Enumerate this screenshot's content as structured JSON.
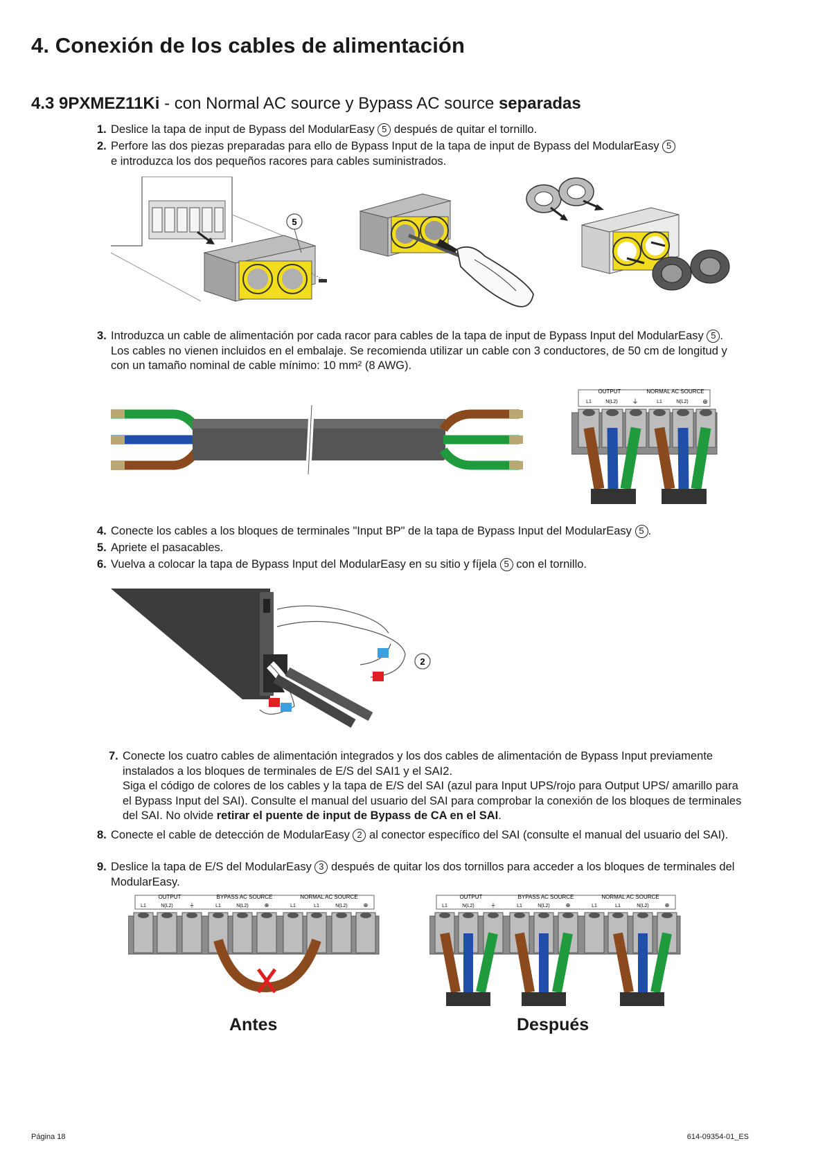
{
  "header": {
    "title": "4. Conexión de los cables de alimentación",
    "subtitle_bold": "4.3 9PXMEZ11Ki",
    "subtitle_middle": " - con Normal AC source y Bypass AC source ",
    "subtitle_end": "separadas"
  },
  "steps": {
    "s1": {
      "num": "1.",
      "text_a": "Deslice la tapa de input de Bypass del ModularEasy ",
      "circ": "5",
      "text_b": " después de quitar el tornillo."
    },
    "s2": {
      "num": "2.",
      "text_a": "Perfore las dos piezas preparadas para ello de Bypass Input de la tapa de input de Bypass del ModularEasy ",
      "circ": "5",
      "text_b": " e introduzca los dos pequeños racores para cables suministrados."
    },
    "s3": {
      "num": "3.",
      "text_a": "Introduzca un cable de alimentación por cada racor para cables de la tapa de input de Bypass Input del ModularEasy ",
      "circ": "5",
      "text_b": ". Los cables no vienen incluidos en el embalaje. Se recomienda utilizar un cable con 3 conductores, de 50 cm de longitud y con un tamaño nominal de cable mínimo: 10 mm² (8 AWG)."
    },
    "s4": {
      "num": "4.",
      "text_a": "Conecte los cables a los bloques de terminales \"Input BP\" de la tapa de Bypass Input del ModularEasy ",
      "circ": "5",
      "text_b": "."
    },
    "s5": {
      "num": "5.",
      "text_a": "Apriete el pasacables."
    },
    "s6": {
      "num": "6.",
      "text_a": "Vuelva a colocar la tapa de Bypass Input del ModularEasy en su sitio y fíjela ",
      "circ": "5",
      "text_b": " con el tornillo."
    },
    "s7": {
      "num": "7.",
      "text_a": "Conecte los cuatro cables de alimentación integrados y los dos cables de alimentación de Bypass Input previamente instalados a los bloques de terminales de E/S del SAI1 y el SAI2.",
      "text_b": "Siga el código de colores de los cables y la tapa de E/S del SAI (azul para Input UPS/rojo para Output UPS/ amarillo para el Bypass Input del SAI). Consulte el manual del usuario del SAI para comprobar la conexión de los bloques de terminales del SAI. No olvide ",
      "bold": "retirar el puente de input de Bypass de CA en el SAI",
      "text_c": "."
    },
    "s8": {
      "num": "8.",
      "text_a": "Conecte el cable de detección de ModularEasy ",
      "circ": "2",
      "text_b": " al conector específico del SAI (consulte el manual del usuario del SAI)."
    },
    "s9": {
      "num": "9.",
      "text_a": "Deslice la tapa de E/S del ModularEasy ",
      "circ": "3",
      "text_b": " después de quitar los dos tornillos para acceder a los bloques de terminales del ModularEasy."
    }
  },
  "figures": {
    "callout_5": "5",
    "callout_2": "2",
    "tb_small": {
      "group1": "OUTPUT",
      "group2": "NORMAL AC SOURCE",
      "l1": "L1",
      "n": "N(L2)",
      "l1b": "L1",
      "nb": "N(L2)"
    },
    "tb_wide": {
      "group1": "OUTPUT",
      "group2": "BYPASS AC SOURCE",
      "group3": "NORMAL AC SOURCE",
      "l1": "L1",
      "n": "N(L2)",
      "l1b": "L1",
      "nb": "N(L2)",
      "l1c": "L1",
      "l1d": "L1",
      "nc": "N(L2)"
    }
  },
  "captions": {
    "before": "Antes",
    "after": "Después"
  },
  "footer": {
    "page": "Página 18",
    "doc_id": "614-09354-01_ES"
  },
  "colors": {
    "brown": "#8a4a1e",
    "blue": "#1f4fa8",
    "green": "#1f9a3c",
    "yellow": "#f2dc1e",
    "red": "#e02020",
    "grey": "#8c8c8c"
  }
}
